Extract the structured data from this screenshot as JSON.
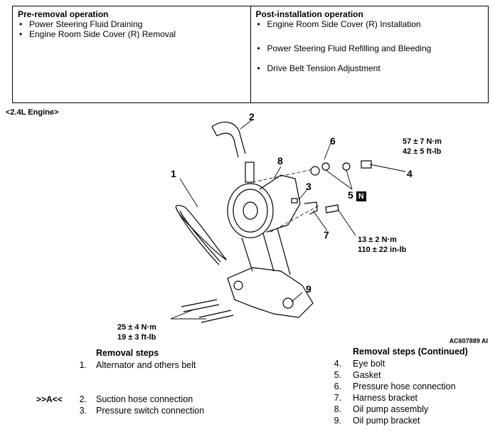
{
  "pre_removal": {
    "title": "Pre-removal operation",
    "items": [
      "Power Steering Fluid Draining",
      "Engine Room Side Cover (R) Removal"
    ]
  },
  "post_installation": {
    "title": "Post-installation operation",
    "items": [
      "Engine Room Side Cover (R) Installation",
      "Power Steering Fluid Refilling and Bleeding",
      "Drive Belt Tension Adjustment"
    ]
  },
  "engine_label": "<2.4L Engine>",
  "diagram": {
    "callouts": [
      "1",
      "2",
      "3",
      "4",
      "5",
      "6",
      "7",
      "8",
      "9"
    ],
    "n_badge": "N",
    "torque_eye_bolt": [
      "57 ± 7 N·m",
      "42 ± 5 ft-lb"
    ],
    "torque_bracket_bolt": [
      "13 ± 2 N·m",
      "110 ± 22 in-lb"
    ],
    "torque_pump_bolts": [
      "25 ± 4 N·m",
      "19 ± 3 ft-lb"
    ],
    "figure_code": "AC607889 AI"
  },
  "removal_steps_left": {
    "title": "Removal steps",
    "steps": [
      {
        "num": "1.",
        "text": "Alternator and others belt",
        "ref": ""
      },
      {
        "num": "2.",
        "text": "Suction hose connection",
        "ref": ">>A<<"
      },
      {
        "num": "3.",
        "text": "Pressure switch connection",
        "ref": ""
      }
    ]
  },
  "removal_steps_right": {
    "title": "Removal steps (Continued)",
    "steps": [
      {
        "num": "4.",
        "text": "Eye bolt"
      },
      {
        "num": "5.",
        "text": "Gasket"
      },
      {
        "num": "6.",
        "text": "Pressure hose connection"
      },
      {
        "num": "7.",
        "text": "Harness bracket"
      },
      {
        "num": "8.",
        "text": "Oil pump assembly"
      },
      {
        "num": "9.",
        "text": "Oil pump bracket"
      }
    ]
  }
}
